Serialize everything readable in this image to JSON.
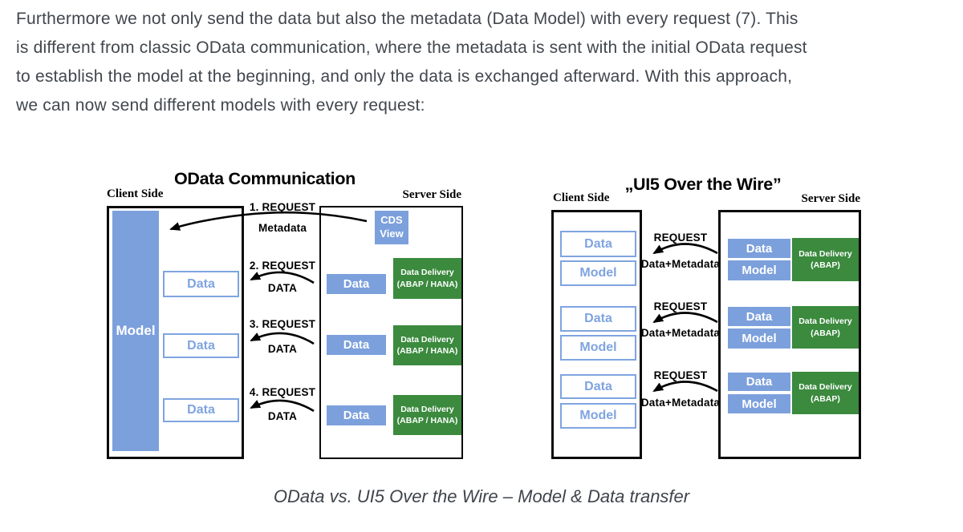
{
  "colors": {
    "accent_blue": "#7CA0DC",
    "outline_blue": "#7FA4E0",
    "green": "#3B8A3E",
    "text_gray": "#41474D"
  },
  "intro": {
    "lines": [
      "Furthermore we not only send the data but also the metadata (Data Model) with every request (7). This",
      "is different from classic OData communication, where the metadata is sent with the initial OData request",
      "to establish the model at the beginning, and only the data is exchanged afterward. With this approach,",
      "we can now send different models with every request:"
    ]
  },
  "odata": {
    "title": "OData Communication",
    "client_label": "Client Side",
    "server_label": "Server Side",
    "model": "Model",
    "client_data": [
      "Data",
      "Data",
      "Data"
    ],
    "requests": [
      {
        "step": "1. REQUEST",
        "payload": "Metadata"
      },
      {
        "step": "2. REQUEST",
        "payload": "DATA"
      },
      {
        "step": "3. REQUEST",
        "payload": "DATA"
      },
      {
        "step": "4. REQUEST",
        "payload": "DATA"
      }
    ],
    "cds_view": {
      "line1": "CDS",
      "line2": "View"
    },
    "server_data": [
      "Data",
      "Data",
      "Data"
    ],
    "delivery": {
      "line1": "Data Delivery",
      "line2": "(ABAP / HANA)"
    }
  },
  "ui5": {
    "title": "„UI5 Over the Wire”",
    "client_label": "Client Side",
    "server_label": "Server Side",
    "client_pairs": [
      {
        "data": "Data",
        "model": "Model"
      },
      {
        "data": "Data",
        "model": "Model"
      },
      {
        "data": "Data",
        "model": "Model"
      }
    ],
    "requests": [
      {
        "step": "REQUEST",
        "payload": "Data+Metadata"
      },
      {
        "step": "REQUEST",
        "payload": "Data+Metadata"
      },
      {
        "step": "REQUEST",
        "payload": "Data+Metadata"
      }
    ],
    "server_pairs": [
      {
        "data": "Data",
        "model": "Model"
      },
      {
        "data": "Data",
        "model": "Model"
      },
      {
        "data": "Data",
        "model": "Model"
      }
    ],
    "delivery": {
      "line1": "Data Delivery",
      "line2": "(ABAP)"
    }
  },
  "caption": {
    "text": "OData vs. UI5 Over the Wire – Model & Data transfer"
  }
}
